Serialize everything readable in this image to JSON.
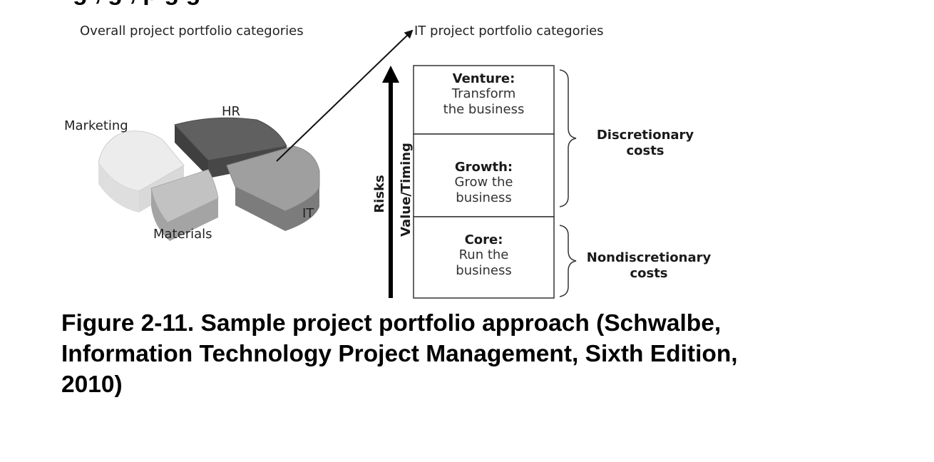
{
  "heading_partial": "g     ,              g              ,                   p   g          g",
  "left_title": "Overall project portfolio categories",
  "right_title": "IT project portfolio categories",
  "pie": {
    "slices": [
      {
        "label": "Marketing",
        "color": "#e6e6e6"
      },
      {
        "label": "HR",
        "color": "#585858"
      },
      {
        "label": "IT",
        "color": "#9a9a9a"
      },
      {
        "label": "Materials",
        "color": "#b9b9b9"
      }
    ]
  },
  "axis": {
    "outer_label": "Risks",
    "inner_label": "Value/Timing"
  },
  "boxes": [
    {
      "title": "Venture:",
      "line1": "Transform",
      "line2": "the business"
    },
    {
      "title": "Growth:",
      "line1": "Grow the",
      "line2": "business"
    },
    {
      "title": "Core:",
      "line1": "Run the",
      "line2": "business"
    }
  ],
  "groups": [
    {
      "line1": "Discretionary",
      "line2": "costs"
    },
    {
      "line1": "Nondiscretionary",
      "line2": "costs"
    }
  ],
  "caption": {
    "line1": "Figure 2-11. Sample project portfolio approach (Schwalbe,",
    "line2": "Information Technology Project Management, Sixth Edition,",
    "line3": "2010)"
  }
}
